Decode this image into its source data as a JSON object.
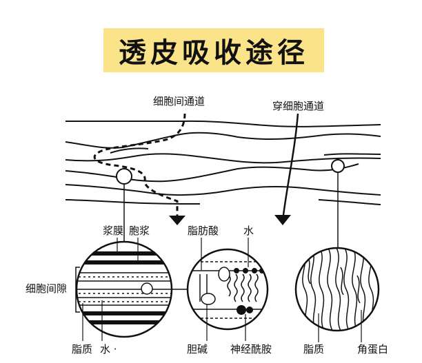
{
  "title": "透皮吸收途径",
  "routes": {
    "intercellular": "细胞间通道",
    "transcellular": "穿细胞通道"
  },
  "labels": {
    "plasma_membrane": "浆膜",
    "cytoplasm": "胞浆",
    "fatty_acid": "脂肪酸",
    "water_top": "水",
    "intercellular_space": "细胞间隙",
    "lipid_left": "脂质",
    "water_bottom": "水 ·",
    "choline": "胆碱",
    "ceramide": "神经酰胺",
    "lipid_right": "脂质",
    "keratin": "角蛋白"
  }
}
